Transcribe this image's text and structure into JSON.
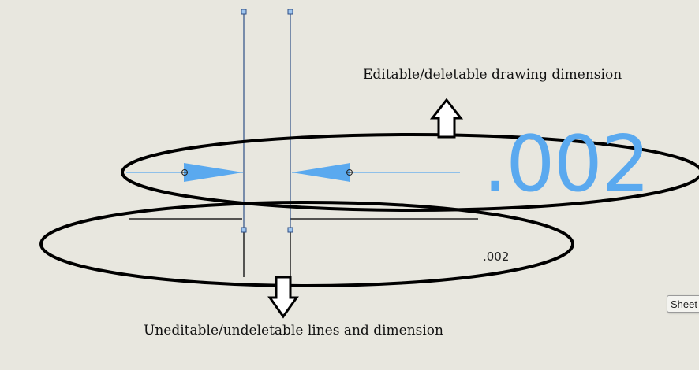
{
  "annotations": {
    "top_label": "Editable/deletable drawing dimension",
    "bottom_label": "Uneditable/undeletable lines and dimension"
  },
  "dimensions": {
    "editable_value": ".002",
    "uneditable_value": ".002"
  },
  "sheet_tab": {
    "label": "Sheet"
  },
  "colors": {
    "background": "#e8e7df",
    "dimension_blue": "#5aa9ef",
    "extension_line": "#2f4f86",
    "annotation_black": "#000000"
  }
}
